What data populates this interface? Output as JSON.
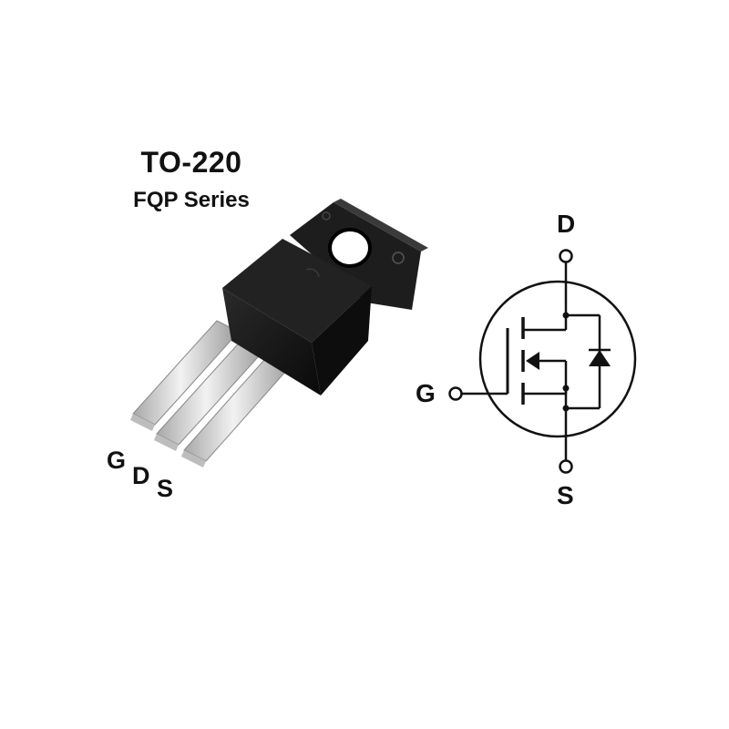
{
  "package": {
    "title": "TO-220",
    "subtitle": "FQP Series",
    "pin_labels": {
      "g": "G",
      "d": "D",
      "s": "S"
    }
  },
  "schematic": {
    "labels": {
      "drain": "D",
      "gate": "G",
      "source": "S"
    }
  },
  "colors": {
    "body": "#121212",
    "tab": "#1c1c1c",
    "lead": "#d9d9d9",
    "line": "#111111"
  }
}
